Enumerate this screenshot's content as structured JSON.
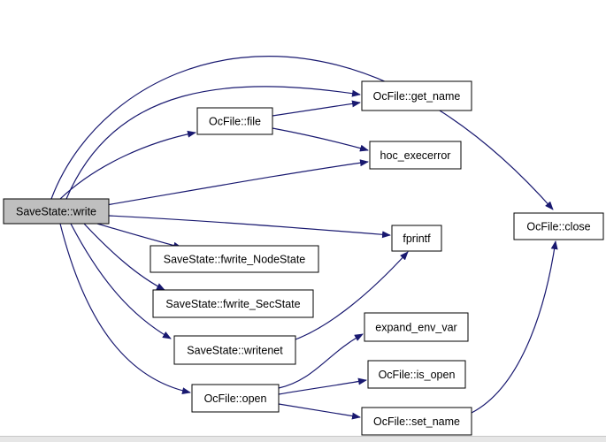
{
  "colors": {
    "edge": "#191970",
    "node_fill": "#ffffff",
    "root_fill": "#bfbfbf",
    "node_border": "#000000"
  },
  "nodes": [
    {
      "id": "root",
      "label": "SaveState::write",
      "root": true
    },
    {
      "id": "file",
      "label": "OcFile::file"
    },
    {
      "id": "getname",
      "label": "OcFile::get_name"
    },
    {
      "id": "hocerr",
      "label": "hoc_execerror"
    },
    {
      "id": "fprintf",
      "label": "fprintf"
    },
    {
      "id": "close",
      "label": "OcFile::close"
    },
    {
      "id": "fwnode",
      "label": "SaveState::fwrite_NodeState"
    },
    {
      "id": "fwsec",
      "label": "SaveState::fwrite_SecState"
    },
    {
      "id": "wnet",
      "label": "SaveState::writenet"
    },
    {
      "id": "expand",
      "label": "expand_env_var"
    },
    {
      "id": "isopen",
      "label": "OcFile::is_open"
    },
    {
      "id": "open",
      "label": "OcFile::open"
    },
    {
      "id": "setname",
      "label": "OcFile::set_name"
    }
  ],
  "edges": [
    {
      "from": "root",
      "to": "getname"
    },
    {
      "from": "root",
      "to": "file"
    },
    {
      "from": "root",
      "to": "hocerr"
    },
    {
      "from": "root",
      "to": "close"
    },
    {
      "from": "root",
      "to": "fprintf"
    },
    {
      "from": "root",
      "to": "fwnode"
    },
    {
      "from": "root",
      "to": "fwsec"
    },
    {
      "from": "root",
      "to": "wnet"
    },
    {
      "from": "root",
      "to": "open"
    },
    {
      "from": "file",
      "to": "getname"
    },
    {
      "from": "file",
      "to": "hocerr"
    },
    {
      "from": "wnet",
      "to": "fprintf"
    },
    {
      "from": "open",
      "to": "expand"
    },
    {
      "from": "open",
      "to": "isopen"
    },
    {
      "from": "open",
      "to": "setname"
    },
    {
      "from": "setname",
      "to": "close"
    }
  ]
}
